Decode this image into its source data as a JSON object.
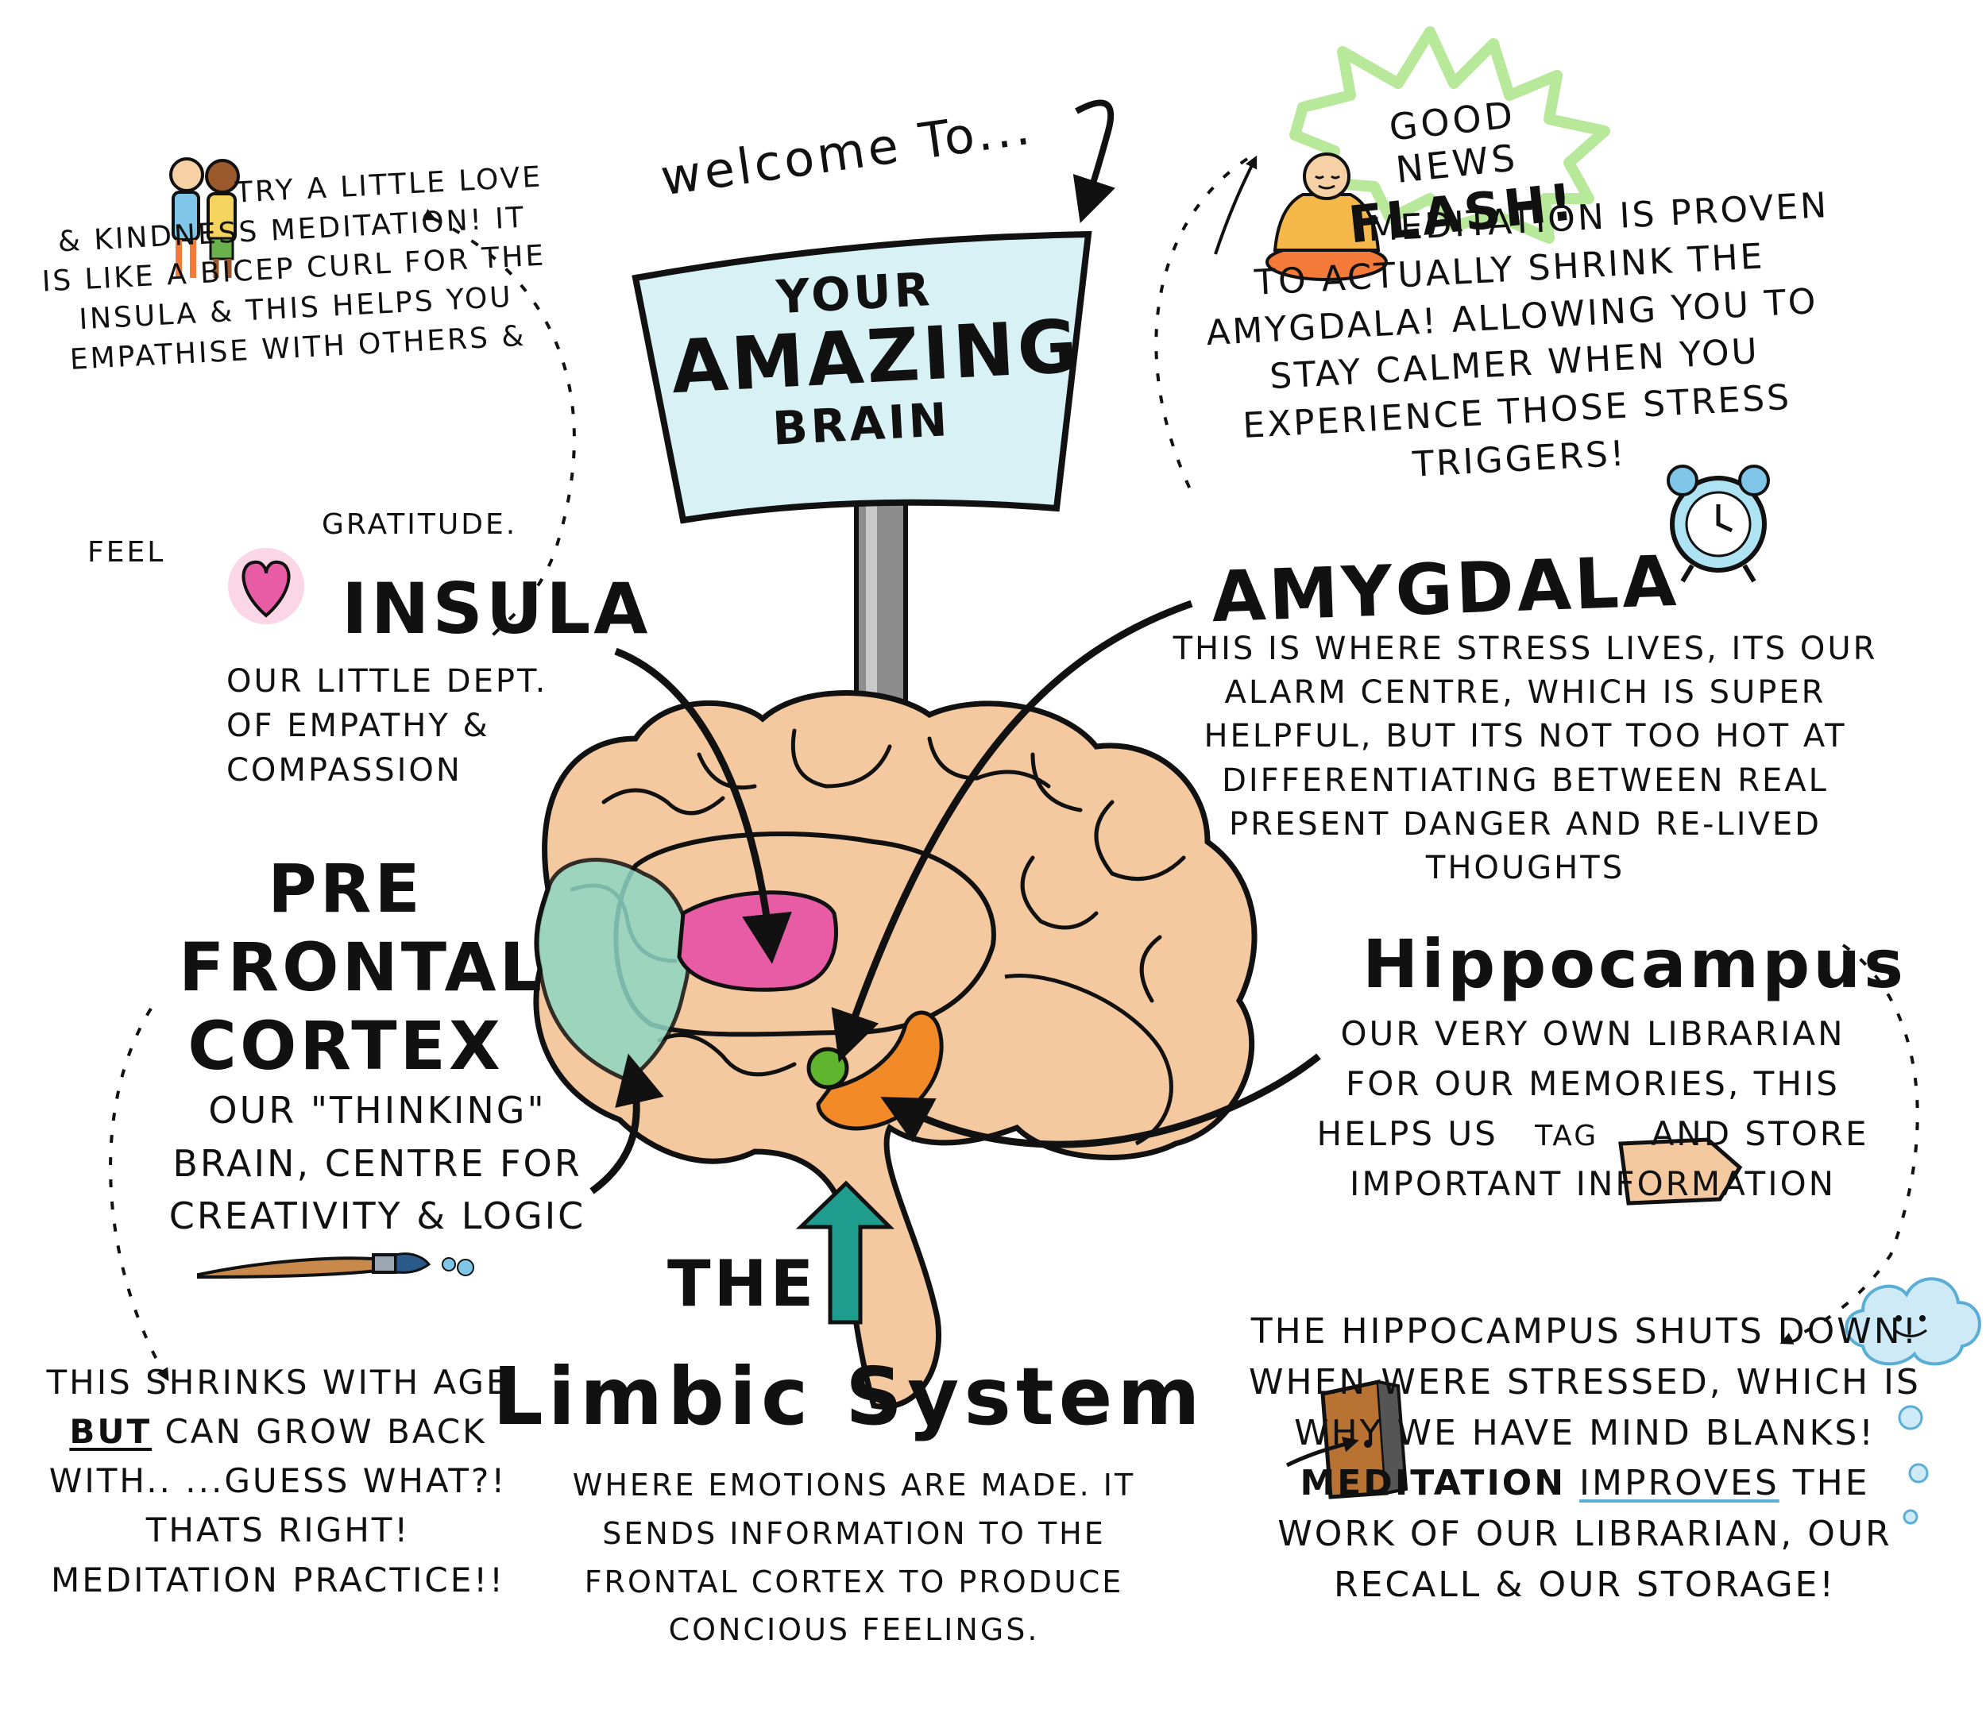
{
  "welcome": "welcome To...",
  "sign": {
    "line1": "YOUR",
    "line2": "AMAZING",
    "line3": "BRAIN"
  },
  "insula_note": {
    "text_a": "Try A Little Love & Kindness meditation! It is Like A bicep curl for The insula & This Helps you empathise with others &",
    "text_b_left": "feel",
    "text_b_right": "gratitude."
  },
  "insula": {
    "title": "INSULA",
    "desc": "Our Little Dept. of empathy & compassion"
  },
  "good_news": {
    "line1": "Good news",
    "line2": "FLASH!"
  },
  "meditation_note": "Meditation is Proven To actually shrink The Amygdala! allowing you To stay calmer when you experience Those stress triggers!",
  "amygdala": {
    "title": "AMYGDALA",
    "desc": "This is where stress Lives, its our alarm centre, which is super Helpful, but its not too hot at differentiating between real present danger and re-Lived Thoughts"
  },
  "pfc": {
    "line1": "PRE",
    "line2": "FRONTAL",
    "line3": "CORTEX",
    "desc": "our \"Thinking\" brain, centre for creativity & Logic"
  },
  "hippocampus": {
    "title": "Hippocampus",
    "desc_a": "our very own Librarian for our memories, This Helps us",
    "tag": "TAG",
    "desc_b": "and store important information"
  },
  "shrinks_note": {
    "part1": "This shrinks with age",
    "but": "BUT",
    "part2": "can grow back with.. ...guess what?! Thats right! meditation practice!!"
  },
  "limbic": {
    "the": "THE",
    "title": "Limbic System",
    "desc": "where emotions are made. it sends information to the frontal cortex to produce concious feelings."
  },
  "shuts_note": {
    "part1": "The Hippocampus shuts down! when were stressed, which is why we have mind blanks!",
    "meditation": "meditation",
    "improves": "improves",
    "part2": "the work of our Librarian, our recall & our storage!"
  },
  "colors": {
    "insula": "#e85ca6",
    "pfc": "#8fd6c4",
    "amygdala": "#5fb52e",
    "hippocampus": "#f28a28",
    "brain": "#f4c9a0",
    "sign": "#d8f1f4",
    "burst": "#b8e89a",
    "arrow_teal": "#1e9d8f"
  }
}
